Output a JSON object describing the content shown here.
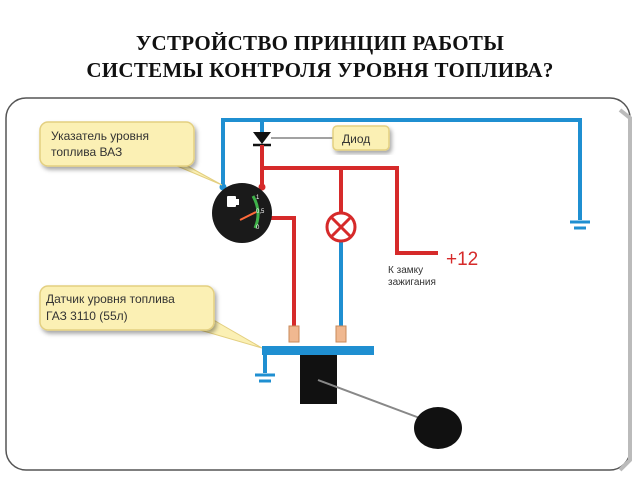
{
  "title": {
    "line1": "УСТРОЙСТВО ПРИНЦИП РАБОТЫ",
    "line2": "СИСТЕМЫ КОНТРОЛЯ УРОВНЯ ТОПЛИВА?"
  },
  "callouts": {
    "gauge_line1": "Указатель уровня",
    "gauge_line2": "топлива ВАЗ",
    "sensor_line1": "Датчик уровня топлива",
    "sensor_line2": "ГАЗ 3110 (55л)",
    "diode": "Диод"
  },
  "gauge_marks": {
    "full": "1",
    "half": "0,5",
    "empty": "0"
  },
  "power": {
    "voltage": "+12",
    "ignition_line1": "К замку",
    "ignition_line2": "зажигания"
  },
  "colors": {
    "positive_wire": "#d62a2a",
    "negative_wire": "#1f8fd1",
    "callout_fill": "#fbf0b4",
    "callout_stroke": "#e3cf80",
    "frame": "#555555"
  }
}
